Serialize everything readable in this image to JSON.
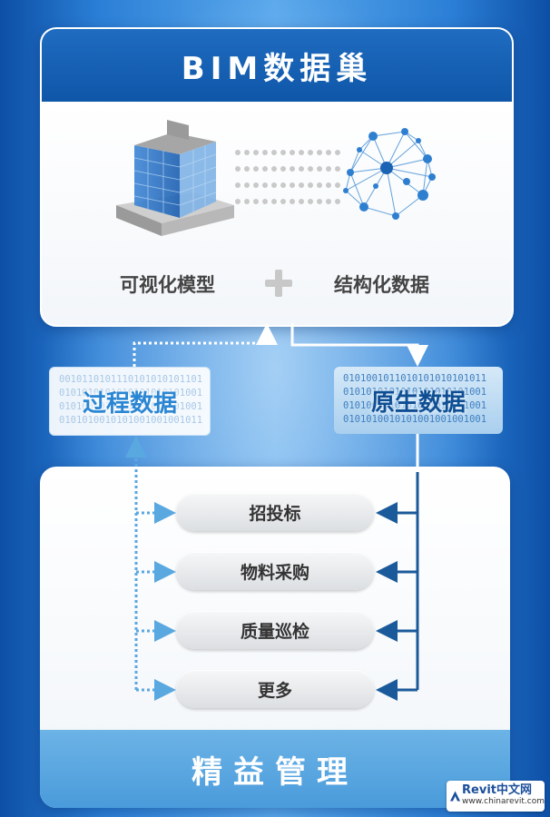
{
  "top_card": {
    "title": "BIM数据巢",
    "left_label": "可视化模型",
    "right_label": "结构化数据"
  },
  "data_boxes": {
    "process": {
      "title": "过程数据",
      "binary": "0010110101110101010101101\n0101010101010101010101001\n0101001010101001010101001\n0101010010101001001001011"
    },
    "raw": {
      "title": "原生数据",
      "binary": "0101001011010101010101011\n0101010101010101010101001\n0101001010101001010101001\n0101010010101001001001001"
    }
  },
  "management_items": [
    "招投标",
    "物料采购",
    "质量巡检",
    "更多"
  ],
  "footer": {
    "title": "精益管理"
  },
  "watermark": {
    "brand": "Revit中文网",
    "url": "www.chinarevit.com"
  },
  "colors": {
    "header_blue": "#1062b3",
    "footer_blue": "#5aa8e0",
    "arrow_dark": "#1b5a9a",
    "arrow_light": "#5aa8e0"
  }
}
